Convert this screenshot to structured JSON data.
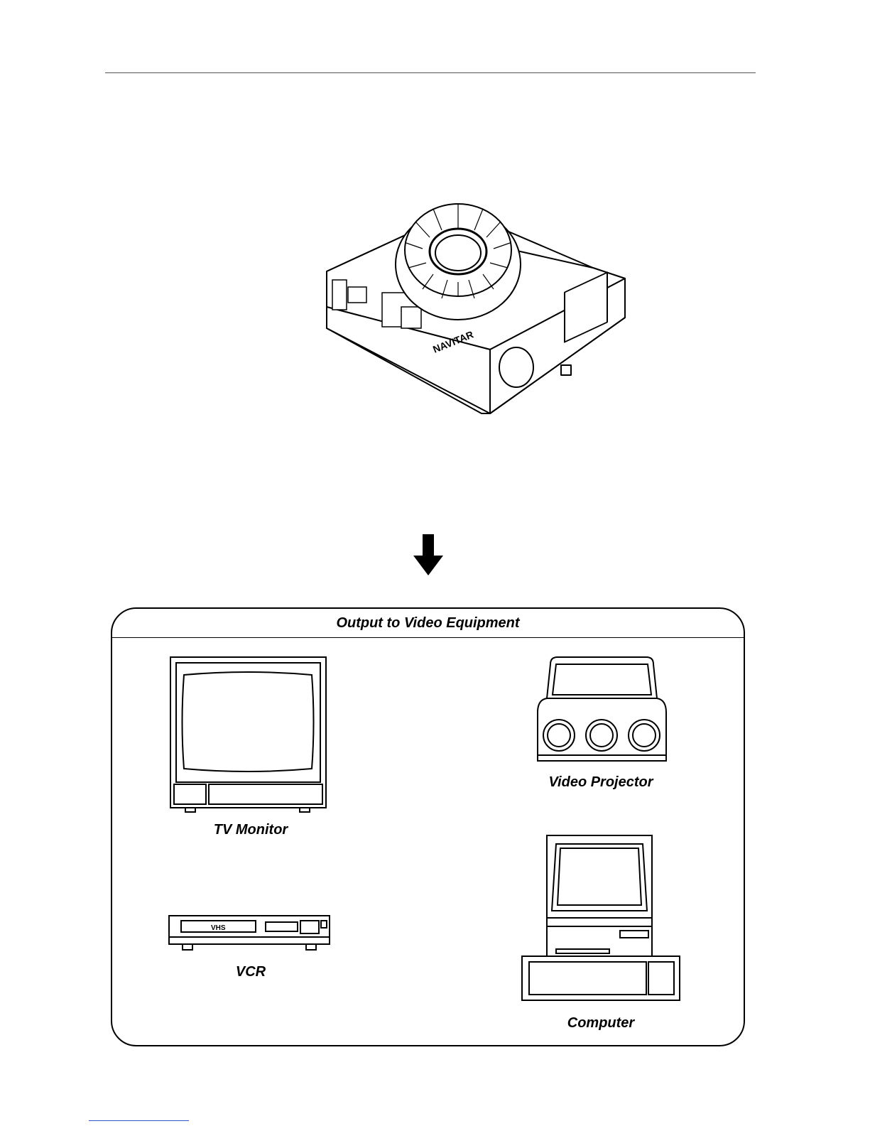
{
  "projector": {
    "brand": "NAVITAR"
  },
  "panel": {
    "title": "Output to Video Equipment"
  },
  "devices": {
    "tv_monitor": "TV Monitor",
    "video_projector": "Video Projector",
    "vcr": "VCR",
    "vcr_badge": "VHS",
    "computer": "Computer"
  }
}
